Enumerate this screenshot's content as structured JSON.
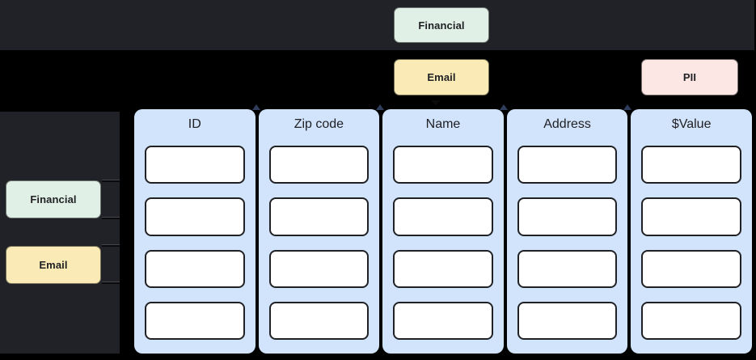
{
  "lanes": {
    "lane1": {
      "chips": [
        {
          "label": "Financial"
        }
      ]
    },
    "lane2": {
      "chips": [
        {
          "label": "Email"
        },
        {
          "label": "PII"
        }
      ]
    }
  },
  "left_panel": {
    "chips": [
      {
        "label": "Financial"
      },
      {
        "label": "Email"
      }
    ]
  },
  "table": {
    "columns": [
      {
        "header": "ID"
      },
      {
        "header": "Zip code"
      },
      {
        "header": "Name"
      },
      {
        "header": "Address"
      },
      {
        "header": "$Value"
      }
    ],
    "rows_per_column": 4
  },
  "colors": {
    "canvas_bg": "#000000",
    "lane_bg": "#212227",
    "chip_financial_bg": "#e1f0e6",
    "chip_email_bg": "#f9eab6",
    "chip_pii_bg": "#fce7e5",
    "column_bg": "#d2e3fc",
    "cell_bg": "#ffffff",
    "text": "#202124"
  }
}
